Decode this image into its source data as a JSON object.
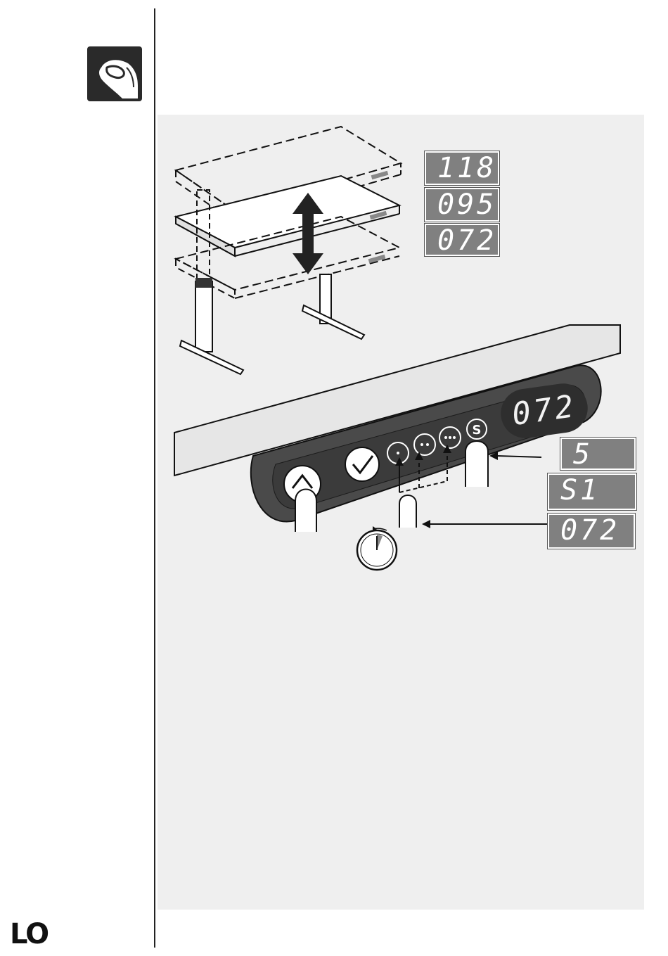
{
  "logo": "LO",
  "icons": {
    "section": "hand-pointer-icon",
    "timer": "stopwatch-icon",
    "updown": "double-arrow-icon",
    "up": "chevron-up-icon",
    "confirm": "check-icon"
  },
  "heights": [
    "118",
    "095",
    "072"
  ],
  "controller": {
    "display": "072",
    "buttons": [
      "S"
    ]
  },
  "steps": [
    "5",
    "S1",
    "072"
  ]
}
